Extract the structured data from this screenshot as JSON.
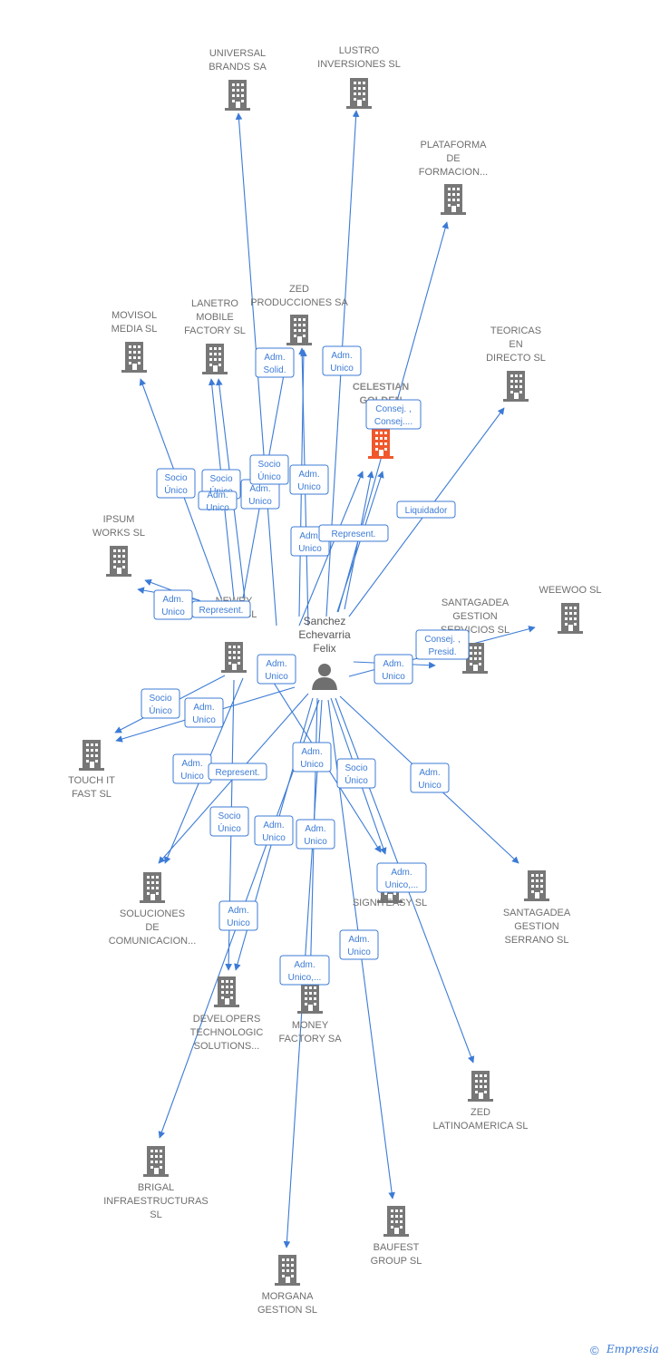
{
  "colors": {
    "edge": "#3c7bd6",
    "building": "#777777",
    "highlight": "#f0582c",
    "text": "#6f6f6f"
  },
  "person": {
    "lines": [
      "Sanchez",
      "Echevarria",
      "Felix"
    ],
    "icon": "person-icon"
  },
  "companies": [
    {
      "id": "universal",
      "lines": [
        "UNIVERSAL",
        "BRANDS SA"
      ]
    },
    {
      "id": "lustro",
      "lines": [
        "LUSTRO",
        "INVERSIONES SL"
      ]
    },
    {
      "id": "plataforma",
      "lines": [
        "PLATAFORMA",
        "DE",
        "FORMACION..."
      ]
    },
    {
      "id": "zed_prod",
      "lines": [
        "ZED",
        "PRODUCCIONES SA"
      ]
    },
    {
      "id": "lanetro",
      "lines": [
        "LANETRO",
        "MOBILE",
        "FACTORY SL"
      ]
    },
    {
      "id": "movisol",
      "lines": [
        "MOVISOL",
        "MEDIA SL"
      ]
    },
    {
      "id": "teoricas",
      "lines": [
        "TEORICAS",
        "EN",
        "DIRECTO SL"
      ]
    },
    {
      "id": "celestian",
      "lines": [
        "CELESTIAN",
        "GOLDEN",
        "AR..."
      ],
      "highlight": true
    },
    {
      "id": "ipsum",
      "lines": [
        "IPSUM",
        "WORKS SL"
      ]
    },
    {
      "id": "weewoo",
      "lines": [
        "WEEWOO SL"
      ]
    },
    {
      "id": "santagadea_serv",
      "lines": [
        "SANTAGADEA",
        "GESTION",
        "SERVICIOS SL"
      ]
    },
    {
      "id": "newry",
      "lines": [
        "NEWRY",
        "MEDIA SL"
      ]
    },
    {
      "id": "touchit",
      "lines": [
        "TOUCH IT",
        "FAST SL"
      ]
    },
    {
      "id": "soluciones",
      "lines": [
        "SOLUCIONES",
        "DE",
        "COMUNICACION..."
      ]
    },
    {
      "id": "signiteasy",
      "lines": [
        "SIGNITEASY SL"
      ]
    },
    {
      "id": "santagadea_serr",
      "lines": [
        "SANTAGADEA",
        "GESTION",
        "SERRANO SL"
      ]
    },
    {
      "id": "developers",
      "lines": [
        "DEVELOPERS",
        "TECHNOLOGIC",
        "SOLUTIONS..."
      ]
    },
    {
      "id": "money",
      "lines": [
        "MONEY",
        "FACTORY SA"
      ]
    },
    {
      "id": "zed_latino",
      "lines": [
        "ZED",
        "LATINOAMERICA SL"
      ]
    },
    {
      "id": "brigal",
      "lines": [
        "BRIGAL",
        "INFRAESTRUCTURAS",
        "SL"
      ]
    },
    {
      "id": "baufest",
      "lines": [
        "BAUFEST",
        "GROUP SL"
      ]
    },
    {
      "id": "morgana",
      "lines": [
        "MORGANA",
        "GESTION SL"
      ]
    }
  ],
  "roles": [
    {
      "lines": [
        "Adm.",
        "Solid."
      ]
    },
    {
      "lines": [
        "Adm.",
        "Unico"
      ]
    },
    {
      "lines": [
        "Consej. ,",
        "Consej...."
      ]
    },
    {
      "lines": [
        "Socio",
        "Único"
      ]
    },
    {
      "lines": [
        "Socio",
        "Único"
      ]
    },
    {
      "lines": [
        "Adm.",
        "Unico"
      ]
    },
    {
      "lines": [
        "Adm.",
        "Unico"
      ]
    },
    {
      "lines": [
        "Socio",
        "Único"
      ]
    },
    {
      "lines": [
        "Adm.",
        "Unico"
      ]
    },
    {
      "lines": [
        "Liquidador"
      ]
    },
    {
      "lines": [
        "Adm.",
        "Unico"
      ]
    },
    {
      "lines": [
        "Represent."
      ]
    },
    {
      "lines": [
        "Adm.",
        "Unico"
      ]
    },
    {
      "lines": [
        "Represent."
      ]
    },
    {
      "lines": [
        "Adm.",
        "Unico"
      ]
    },
    {
      "lines": [
        "Consej. ,",
        "Presid."
      ]
    },
    {
      "lines": [
        "Adm.",
        "Unico"
      ]
    },
    {
      "lines": [
        "Socio",
        "Único"
      ]
    },
    {
      "lines": [
        "Adm.",
        "Unico"
      ]
    },
    {
      "lines": [
        "Adm.",
        "Unico"
      ]
    },
    {
      "lines": [
        "Represent."
      ]
    },
    {
      "lines": [
        "Socio",
        "Único"
      ]
    },
    {
      "lines": [
        "Adm.",
        "Unico"
      ]
    },
    {
      "lines": [
        "Adm.",
        "Unico"
      ]
    },
    {
      "lines": [
        "Socio",
        "Único"
      ]
    },
    {
      "lines": [
        "Adm.",
        "Unico"
      ]
    },
    {
      "lines": [
        "Adm.",
        "Unico"
      ]
    },
    {
      "lines": [
        "Adm.",
        "Unico,..."
      ]
    },
    {
      "lines": [
        "Adm.",
        "Unico"
      ]
    },
    {
      "lines": [
        "Adm.",
        "Unico,..."
      ]
    },
    {
      "lines": [
        "Adm.",
        "Unico"
      ]
    }
  ],
  "footer": {
    "copyright": "©",
    "brand": "Empresia"
  }
}
